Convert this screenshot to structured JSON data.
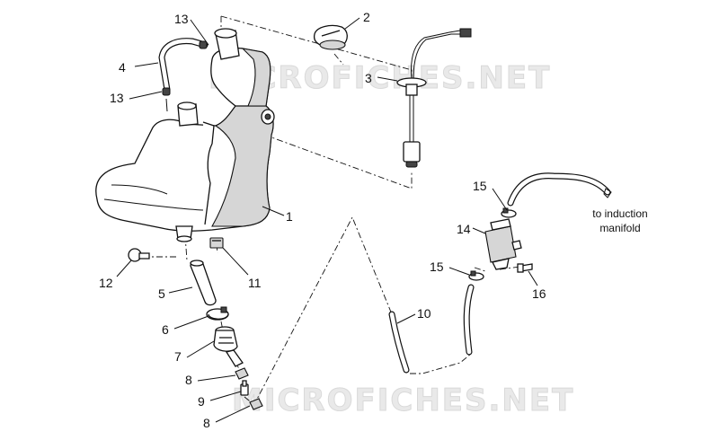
{
  "watermark": "MICROFICHES.NET",
  "note_lines": [
    "to induction",
    "manifold"
  ],
  "callouts": [
    {
      "id": "c13a",
      "label": "13"
    },
    {
      "id": "c2",
      "label": "2"
    },
    {
      "id": "c4",
      "label": "4"
    },
    {
      "id": "c3",
      "label": "3"
    },
    {
      "id": "c13b",
      "label": "13"
    },
    {
      "id": "c1",
      "label": "1"
    },
    {
      "id": "c15a",
      "label": "15"
    },
    {
      "id": "c14",
      "label": "14"
    },
    {
      "id": "c15b",
      "label": "15"
    },
    {
      "id": "c16",
      "label": "16"
    },
    {
      "id": "c12",
      "label": "12"
    },
    {
      "id": "c11",
      "label": "11"
    },
    {
      "id": "c5",
      "label": "5"
    },
    {
      "id": "c10",
      "label": "10"
    },
    {
      "id": "c6",
      "label": "6"
    },
    {
      "id": "c7",
      "label": "7"
    },
    {
      "id": "c8a",
      "label": "8"
    },
    {
      "id": "c9",
      "label": "9"
    },
    {
      "id": "c8b",
      "label": "8"
    }
  ]
}
